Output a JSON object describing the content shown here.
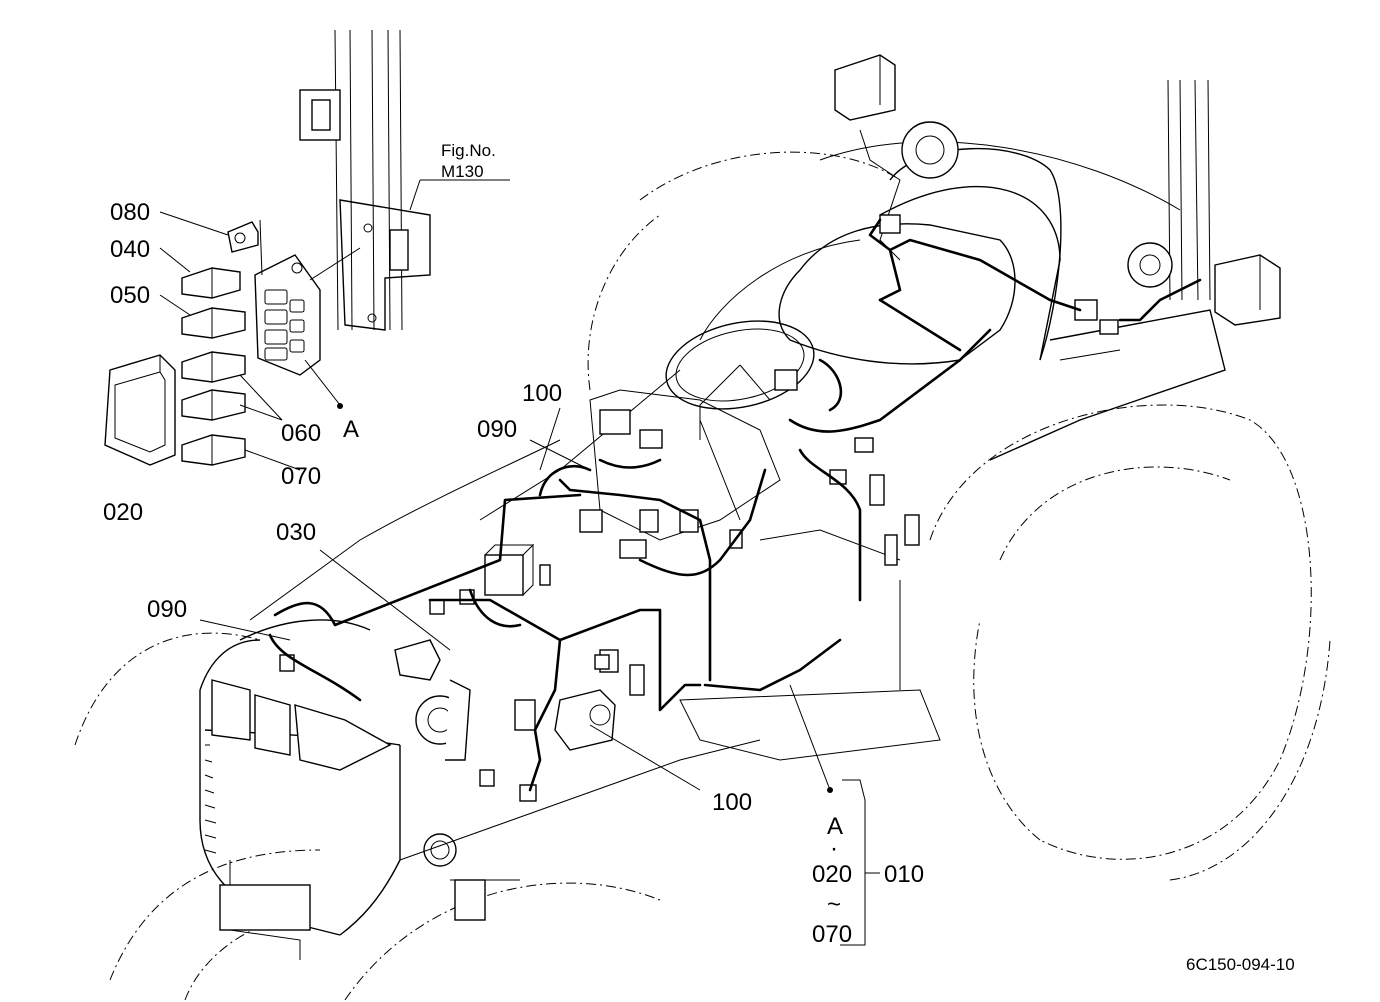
{
  "figure": {
    "ref_label": "Fig.No.",
    "ref_value": "M130",
    "drawing_code": "6C150-094-10"
  },
  "callouts": {
    "c080": "080",
    "c040": "040",
    "c050": "050",
    "c060": "060",
    "c070": "070",
    "c020": "020",
    "cA": "A",
    "c100_top": "100",
    "c090_top": "090",
    "c030": "030",
    "c090_left": "090",
    "c100_bottom": "100"
  },
  "assembly": {
    "a_label": "A",
    "dot": "·",
    "range_start": "020",
    "tilde": "~",
    "range_end": "070",
    "main_part": "010"
  }
}
